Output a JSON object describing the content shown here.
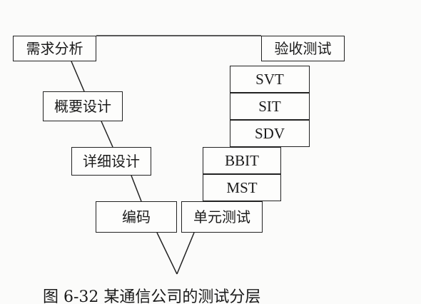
{
  "diagram": {
    "left_branch": [
      "需求分析",
      "概要设计",
      "详细设计",
      "编码"
    ],
    "right_branch": [
      "单元测试",
      "MST",
      "BBIT",
      "SDV",
      "SIT",
      "SVT",
      "验收测试"
    ],
    "caption": "图 6-32 某通信公司的测试分层"
  }
}
